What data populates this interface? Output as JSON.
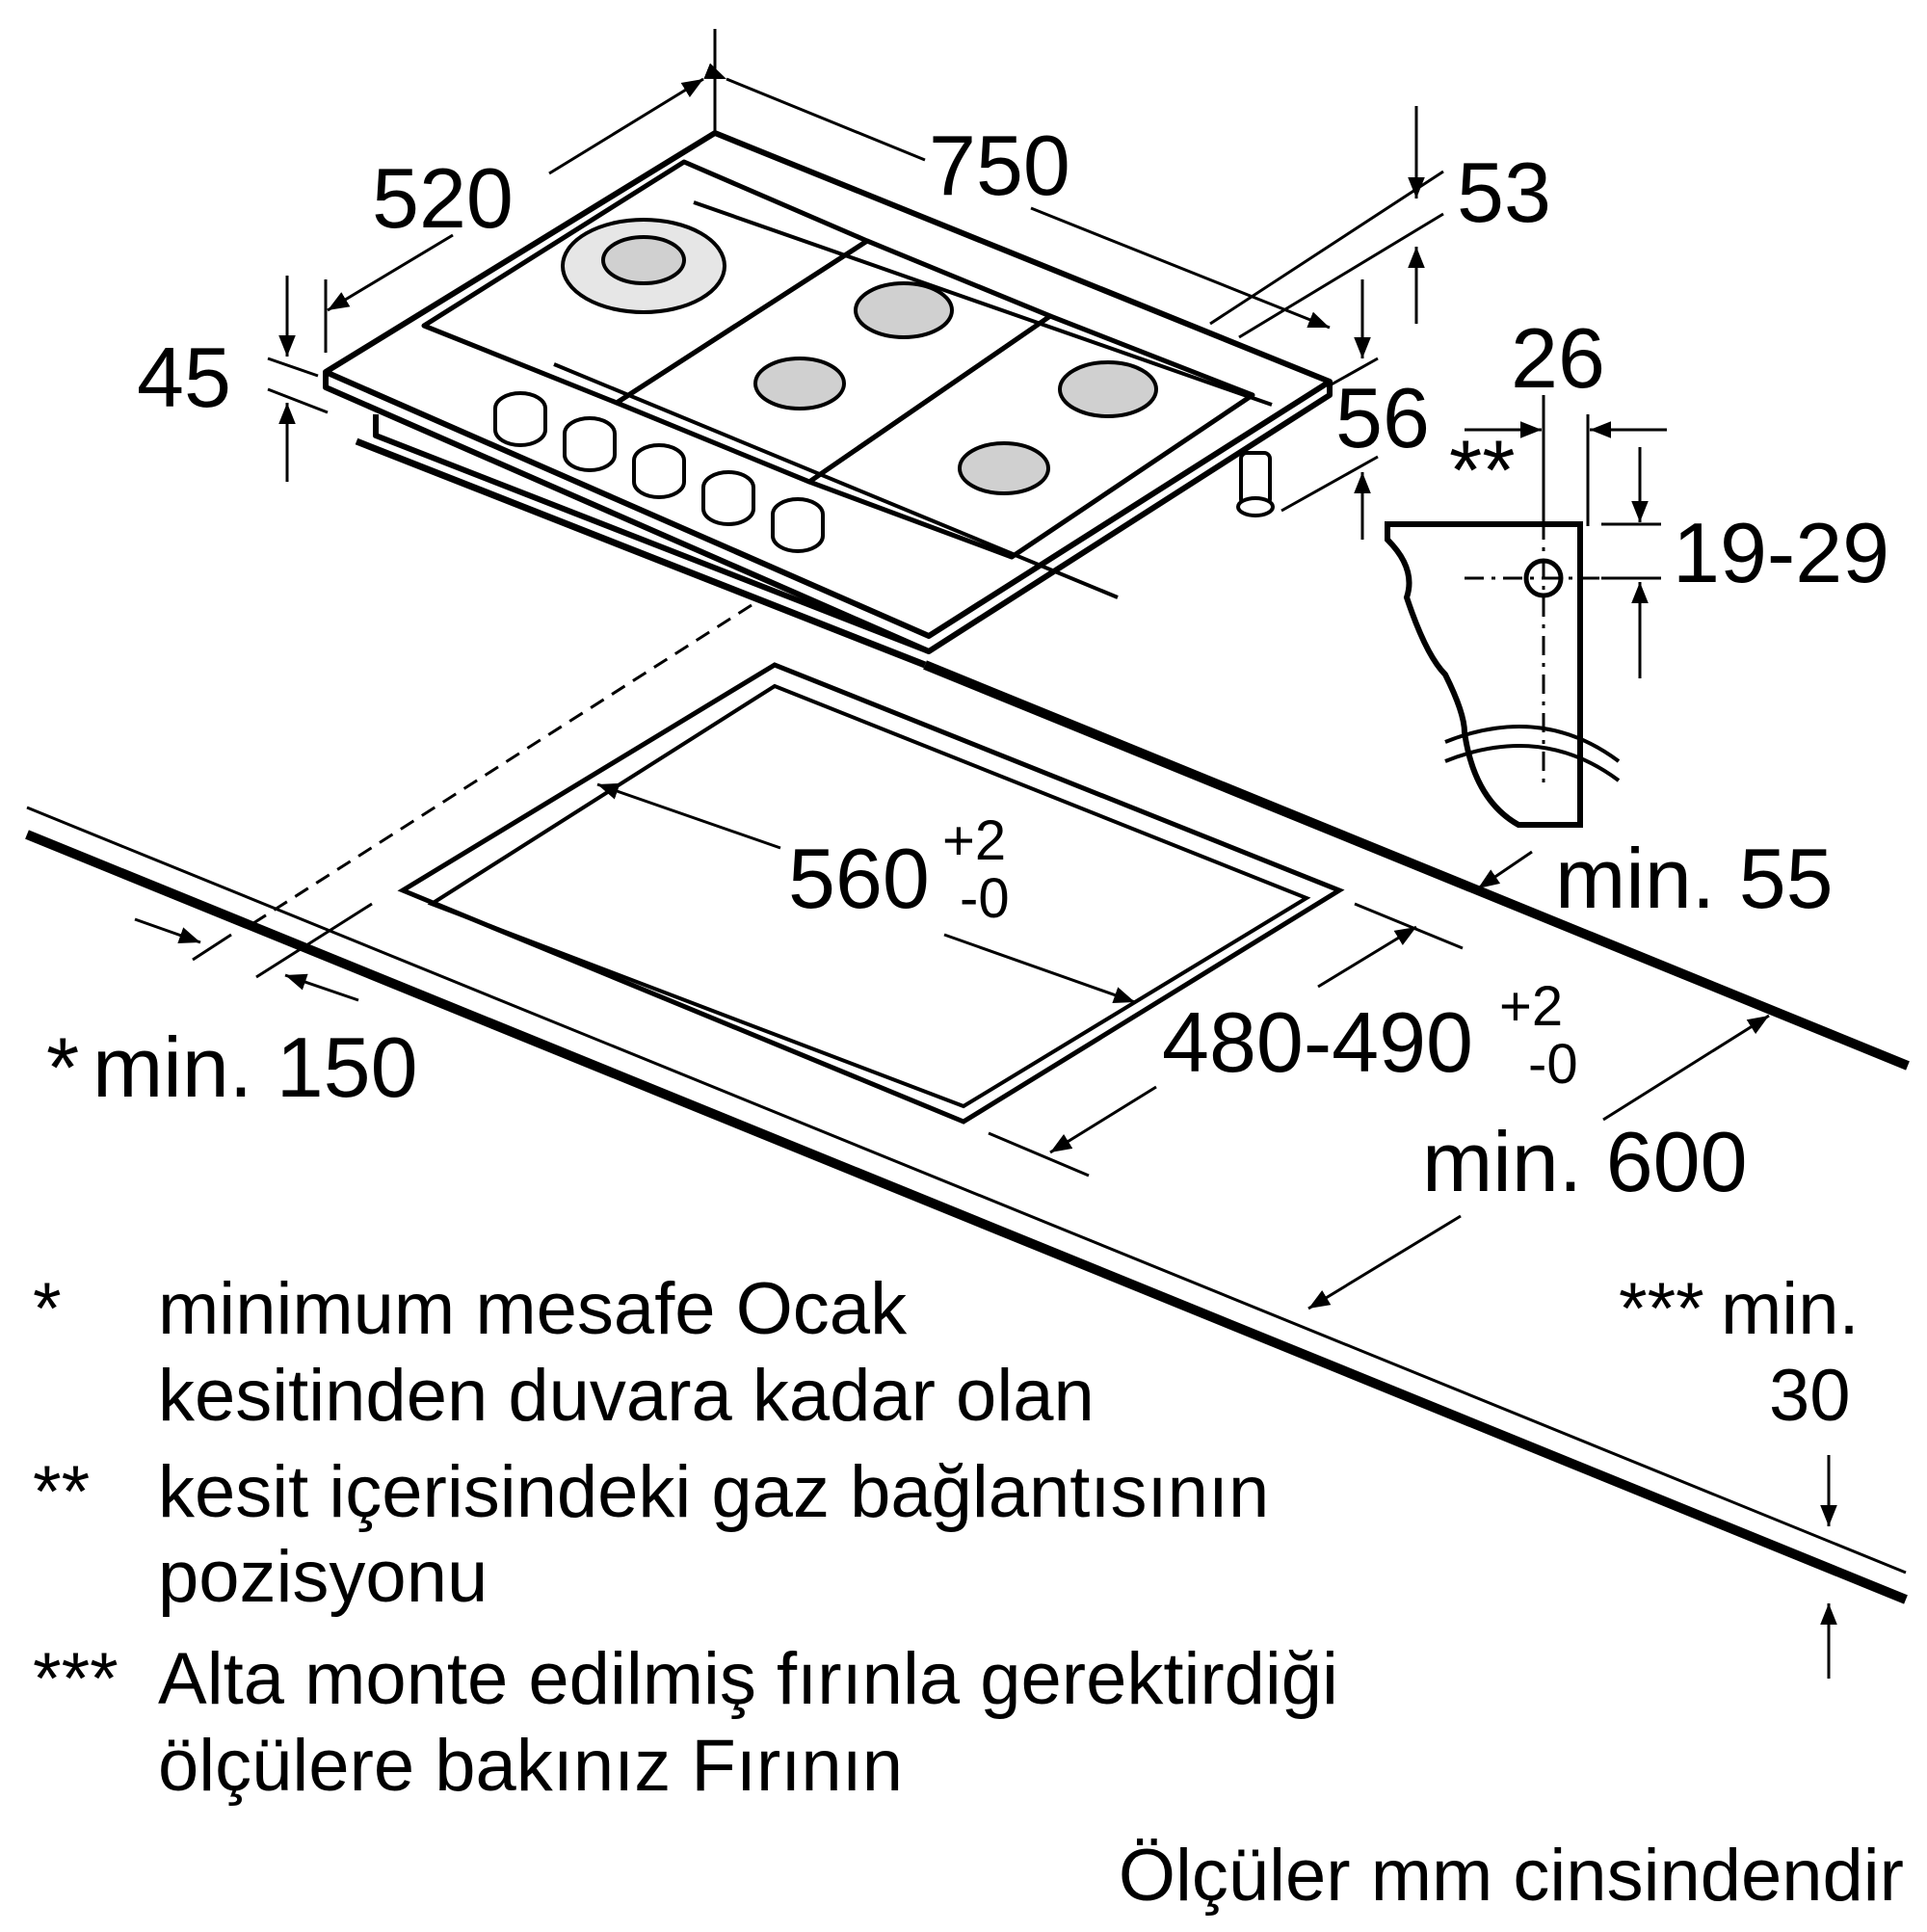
{
  "dimensions": {
    "width": "750",
    "depth": "520",
    "height_front": "45",
    "offset_top": "53",
    "height_back": "56",
    "gas_offset": "26",
    "gas_height": "19-29",
    "cutout_width": "560",
    "cutout_width_tol_plus": "+2",
    "cutout_width_tol_minus": "-0",
    "cutout_depth": "480-490",
    "cutout_depth_tol_plus": "+2",
    "cutout_depth_tol_minus": "-0",
    "min_back": "min. 55",
    "min_wall_marker": "*",
    "min_wall": "min. 150",
    "min_front": "min. 600",
    "gas_marker": "**",
    "worktop_marker": "***",
    "worktop_min": "min.",
    "worktop_value": "30"
  },
  "notes": [
    {
      "marker": "*",
      "lines": [
        "minimum mesafe Ocak",
        "kesitinden duvara kadar olan"
      ]
    },
    {
      "marker": "**",
      "lines": [
        "kesit içerisindeki gaz bağlantısının",
        "pozisyonu"
      ]
    },
    {
      "marker": "***",
      "lines": [
        "Alta monte edilmiş fırınla gerektirdiği",
        "ölçülere bakınız Fırının"
      ]
    }
  ],
  "units_note": "Ölçüler mm cinsindendir"
}
